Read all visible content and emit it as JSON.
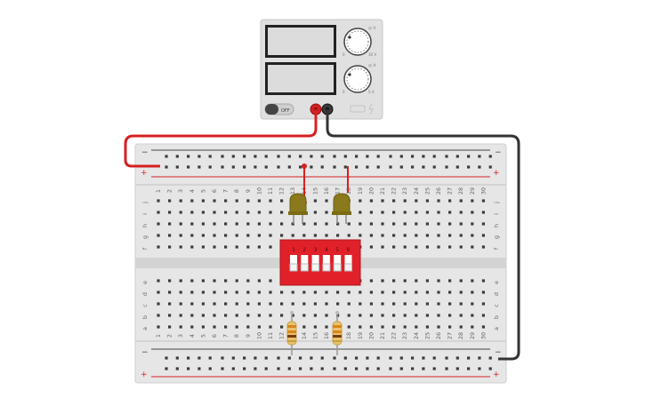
{
  "power_supply": {
    "off_label": "OFF",
    "knob_top": {
      "label_top": "◎ V",
      "label_left": "0",
      "label_right": "30 V"
    },
    "knob_bottom": {
      "label_top": "◎ A",
      "label_left": "0",
      "label_right": "5 A"
    }
  },
  "breadboard": {
    "rail_minus": "−",
    "rail_plus": "+",
    "row_letters_top": [
      "j",
      "i",
      "h",
      "g",
      "f"
    ],
    "row_letters_bottom": [
      "e",
      "d",
      "c",
      "b",
      "a"
    ],
    "column_numbers": [
      "1",
      "2",
      "3",
      "4",
      "5",
      "6",
      "7",
      "8",
      "9",
      "10",
      "11",
      "12",
      "13",
      "14",
      "15",
      "16",
      "17",
      "18",
      "19",
      "20",
      "21",
      "22",
      "23",
      "24",
      "25",
      "26",
      "27",
      "28",
      "29",
      "30"
    ]
  },
  "dip_switch": {
    "numbers": [
      "1",
      "2",
      "3",
      "4",
      "5",
      "6"
    ]
  },
  "colors": {
    "wire_red": "#d62020",
    "wire_black": "#333333",
    "board": "#e6e6e6",
    "dip_body": "#e0212a",
    "led_body": "#8a7a1c",
    "resistor_body": "#e8c370"
  }
}
